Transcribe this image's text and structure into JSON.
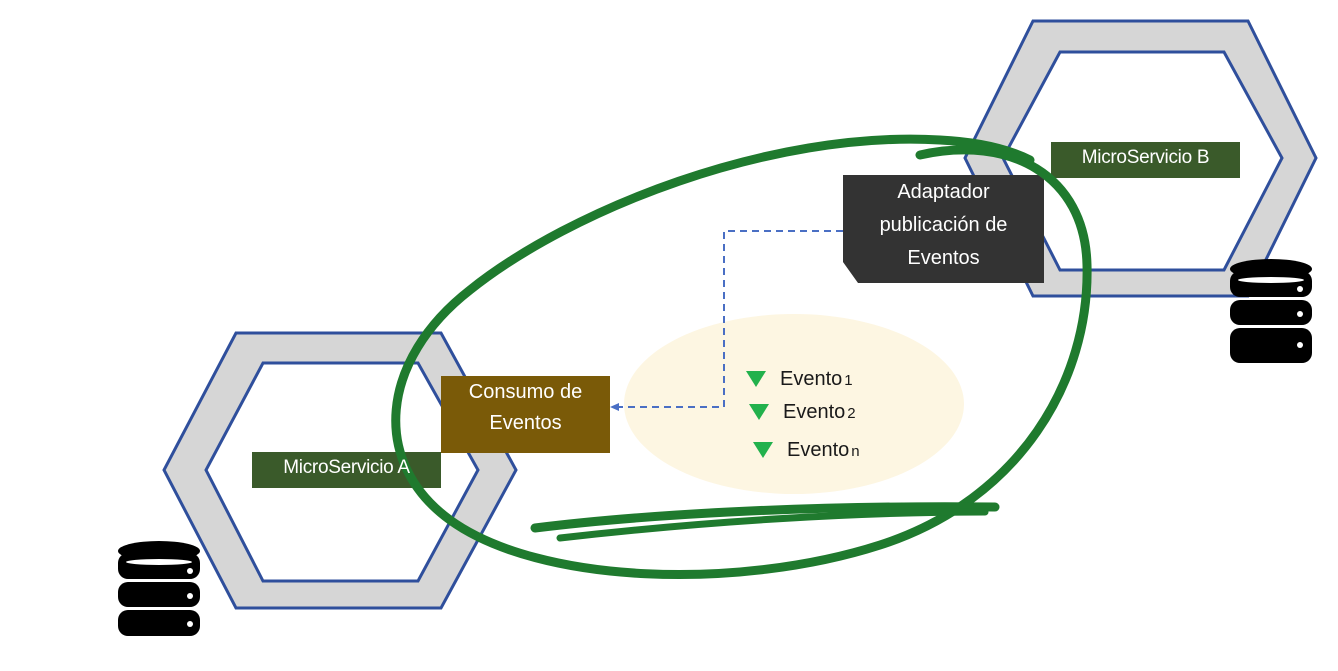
{
  "microservices": {
    "a": {
      "label": "MicroServicio A"
    },
    "b": {
      "label": "MicroServicio B"
    }
  },
  "consumer": {
    "line1": "Consumo de",
    "line2": "Eventos"
  },
  "publisher": {
    "line1": "Adaptador",
    "line2": "publicación de",
    "line3": "Eventos"
  },
  "events": [
    {
      "name": "Evento",
      "num": "1"
    },
    {
      "name": "Evento",
      "num": "2"
    },
    {
      "name": "Evento",
      "num": "n"
    }
  ],
  "colors": {
    "hex_outline": "#2f4f9c",
    "hex_fill": "#d4d4d4",
    "ms_label_bg": "#3a5a2a",
    "consumer_bg": "#7a5a08",
    "publisher_bg": "#333333",
    "event_cloud": "#fdf6e2",
    "event_marker": "#22b14c",
    "highlight_ellipse": "#1f7a2e",
    "dashed_connector": "#4a6fc4",
    "database": "#000000"
  }
}
